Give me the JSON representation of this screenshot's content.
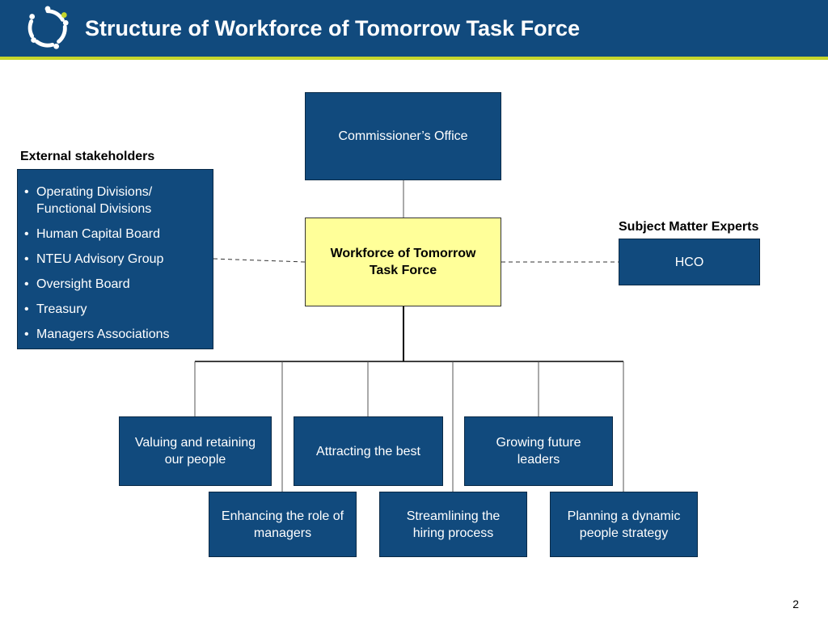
{
  "header": {
    "title": "Structure of Workforce of Tomorrow Task Force",
    "background_color": "#114a7d",
    "accent_color": "#c6d62b",
    "logo_icon": "circle-of-people-logo-icon"
  },
  "nodes": {
    "commissioner": "Commissioner’s Office",
    "task_force": "Workforce of Tomorrow Task Force",
    "hco": "HCO",
    "valuing": "Valuing and retaining our people",
    "attracting": "Attracting the best",
    "growing": "Growing future leaders",
    "enhancing": "Enhancing the role of managers",
    "streamlining": "Streamlining the hiring process",
    "planning": "Planning a dynamic people strategy"
  },
  "external_stakeholders": {
    "label": "External stakeholders",
    "bullet": "•",
    "items": [
      "Operating Divisions/ Functional Divisions",
      "Human Capital Board",
      "NTEU Advisory Group",
      "Oversight Board",
      "Treasury",
      "Managers Associations"
    ]
  },
  "subject_matter_experts": {
    "label": "Subject Matter Experts"
  },
  "colors": {
    "box_fill": "#114a7d",
    "center_fill": "#ffff99"
  },
  "page_number": "2"
}
